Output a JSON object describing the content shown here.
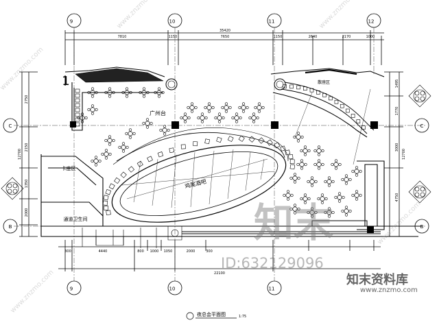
{
  "grid_top": [
    "9",
    "10",
    "11",
    "12"
  ],
  "grid_bottom": [
    "9",
    "10",
    "11"
  ],
  "grid_side": [
    "C",
    "B"
  ],
  "dims_top": [
    "7810",
    "1150",
    "7650",
    "1150",
    "2640",
    "2170",
    "1000"
  ],
  "dims_top_total": "35420",
  "dims_bottom": [
    "300",
    "4440",
    "800",
    "1000",
    "1050",
    "2000",
    "300"
  ],
  "dims_bottom_total": "22100",
  "dims_left": [
    "2750",
    "2150",
    "1350",
    "2000"
  ],
  "dims_left_total": "12700",
  "dims_right": [
    "1495",
    "1770",
    "3000",
    "4750"
  ],
  "dims_right_total": "12700",
  "labels": {
    "stage": "广州台",
    "bar": "鸡尾酒吧",
    "zone_right": "散座区",
    "zone_left": "卡座区",
    "entry": "通道卫生间"
  },
  "corner_mark": "1",
  "title": "夜总会平面图",
  "scale": "1:75",
  "watermark_logo": "知末",
  "watermark_site": "知末资料库",
  "watermark_id": "ID:632129096",
  "watermark_url": "www.znzmo.com"
}
